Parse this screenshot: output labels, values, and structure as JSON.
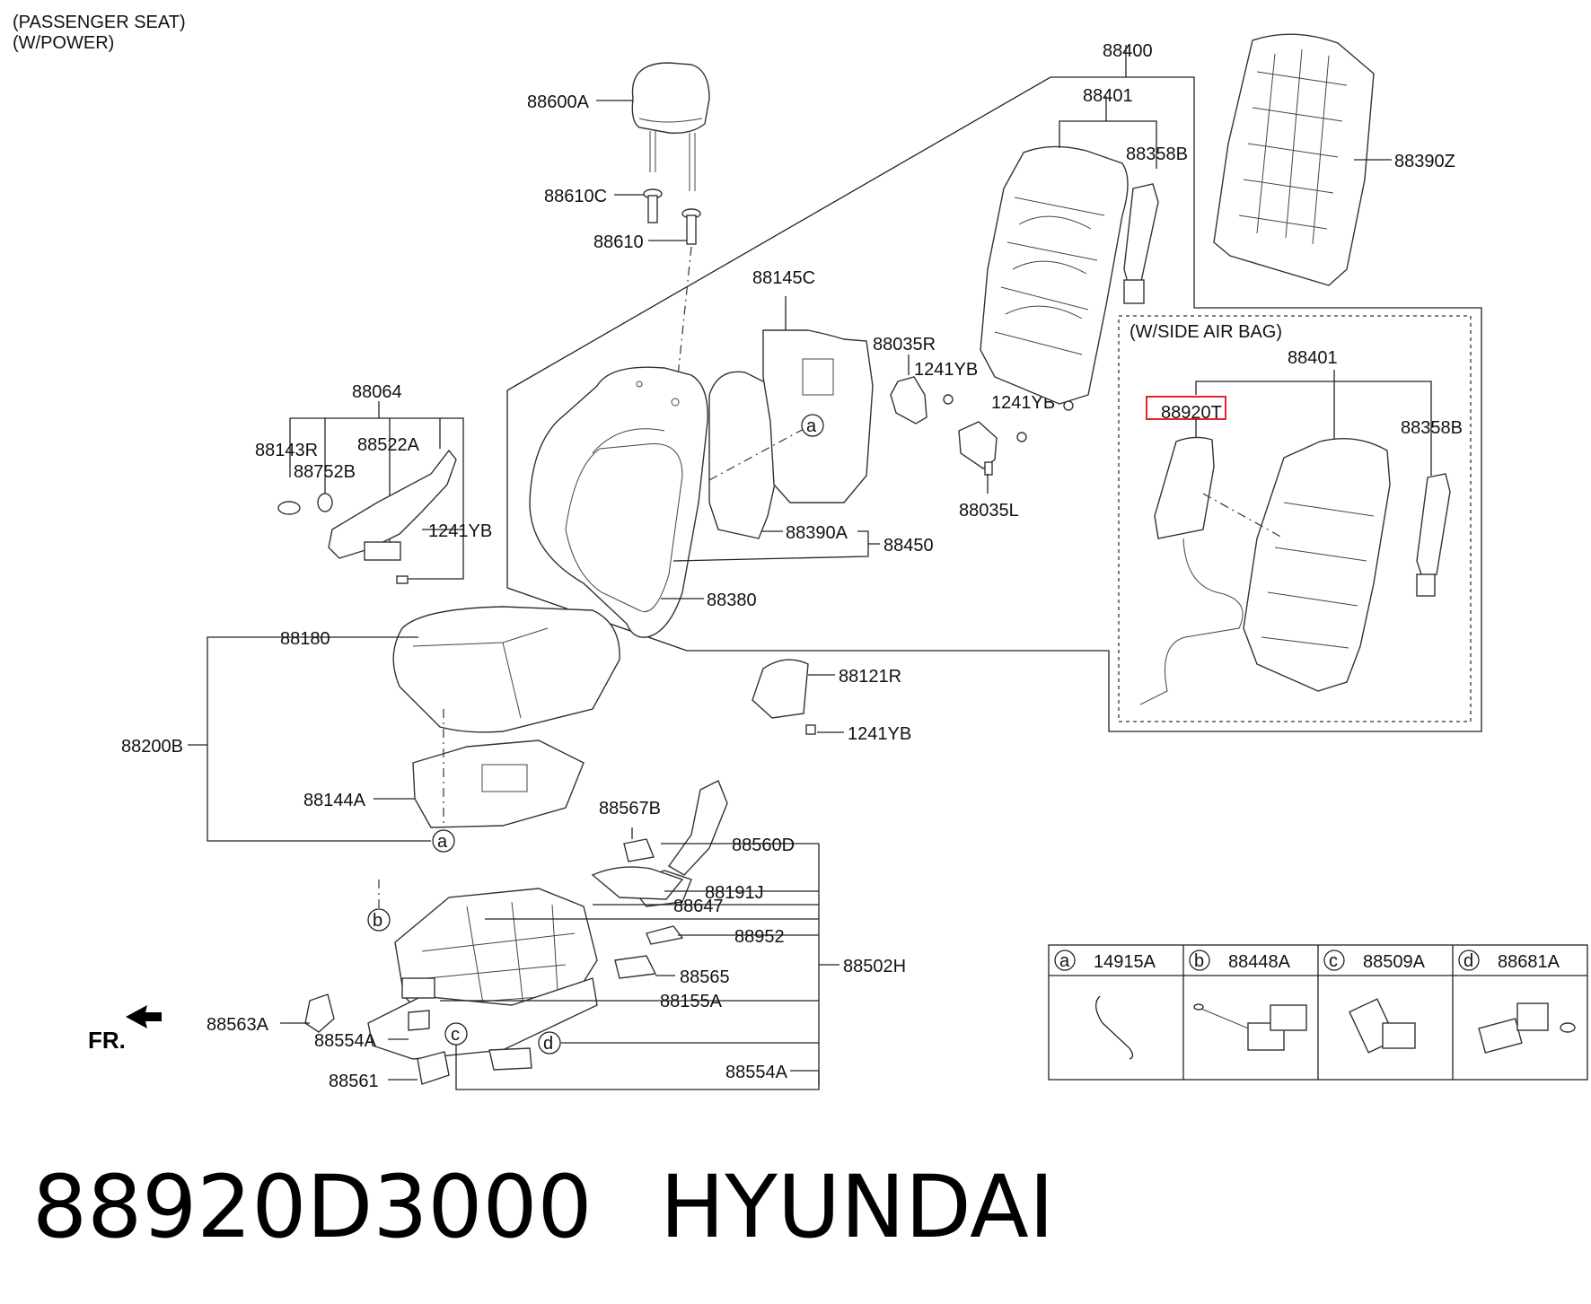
{
  "header": {
    "line1": "(PASSENGER SEAT)",
    "line2": "(W/POWER)"
  },
  "callouts": {
    "c88400": "88400",
    "c88401": "88401",
    "c88358B": "88358B",
    "c88390Z": "88390Z",
    "c88600A": "88600A",
    "c88610C": "88610C",
    "c88610": "88610",
    "c88145C": "88145C",
    "c88035R": "88035R",
    "c1241YB_a": "1241YB",
    "c1241YB_b": "1241YB",
    "c88035L": "88035L",
    "c88064": "88064",
    "c88143R": "88143R",
    "c88522A": "88522A",
    "c88752B": "88752B",
    "c1241YB_c": "1241YB",
    "c88390A": "88390A",
    "c88450": "88450",
    "c88380": "88380",
    "c88180": "88180",
    "c88200B": "88200B",
    "c88144A": "88144A",
    "c88121R": "88121R",
    "c1241YB_d": "1241YB",
    "c88567B": "88567B",
    "c88560D": "88560D",
    "c88191J": "88191J",
    "c88647": "88647",
    "c88952": "88952",
    "c88502H": "88502H",
    "c88565": "88565",
    "c88155A": "88155A",
    "c88563A": "88563A",
    "c88554A_a": "88554A",
    "c88561": "88561",
    "c88554A_b": "88554A"
  },
  "airbag_inset": {
    "title": "(W/SIDE AIR BAG)",
    "c88401": "88401",
    "c88920T": "88920T",
    "c88358B": "88358B",
    "highlight_color": "#e8242b"
  },
  "refs": {
    "a": "a",
    "b": "b",
    "c": "c",
    "d": "d"
  },
  "legend_table": [
    {
      "ref": "a",
      "part": "14915A"
    },
    {
      "ref": "b",
      "part": "88448A"
    },
    {
      "ref": "c",
      "part": "88509A"
    },
    {
      "ref": "d",
      "part": "88681A"
    }
  ],
  "front_marker": "FR.",
  "footer": {
    "part_number": "88920D3000",
    "brand": "HYUNDAI"
  }
}
